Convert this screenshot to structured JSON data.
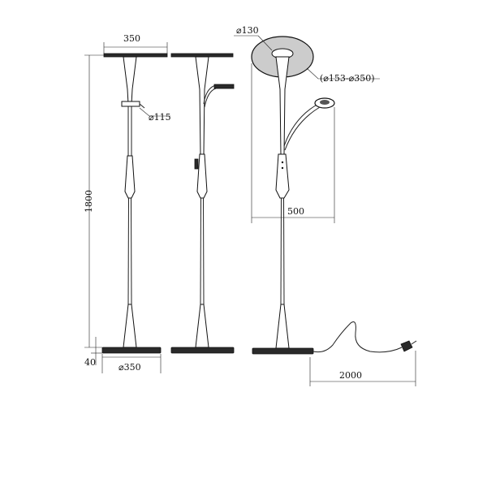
{
  "title": "Floor lamp dimension drawing",
  "dimensions": {
    "top_width": "350",
    "reading_head_diameter": "⌀115",
    "height": "1800",
    "base_height": "40",
    "base_diameter": "⌀350",
    "head_inner_diameter": "⌀130",
    "head_range": "(⌀153-⌀350)",
    "arm_reach": "500",
    "cable_length": "2000"
  }
}
